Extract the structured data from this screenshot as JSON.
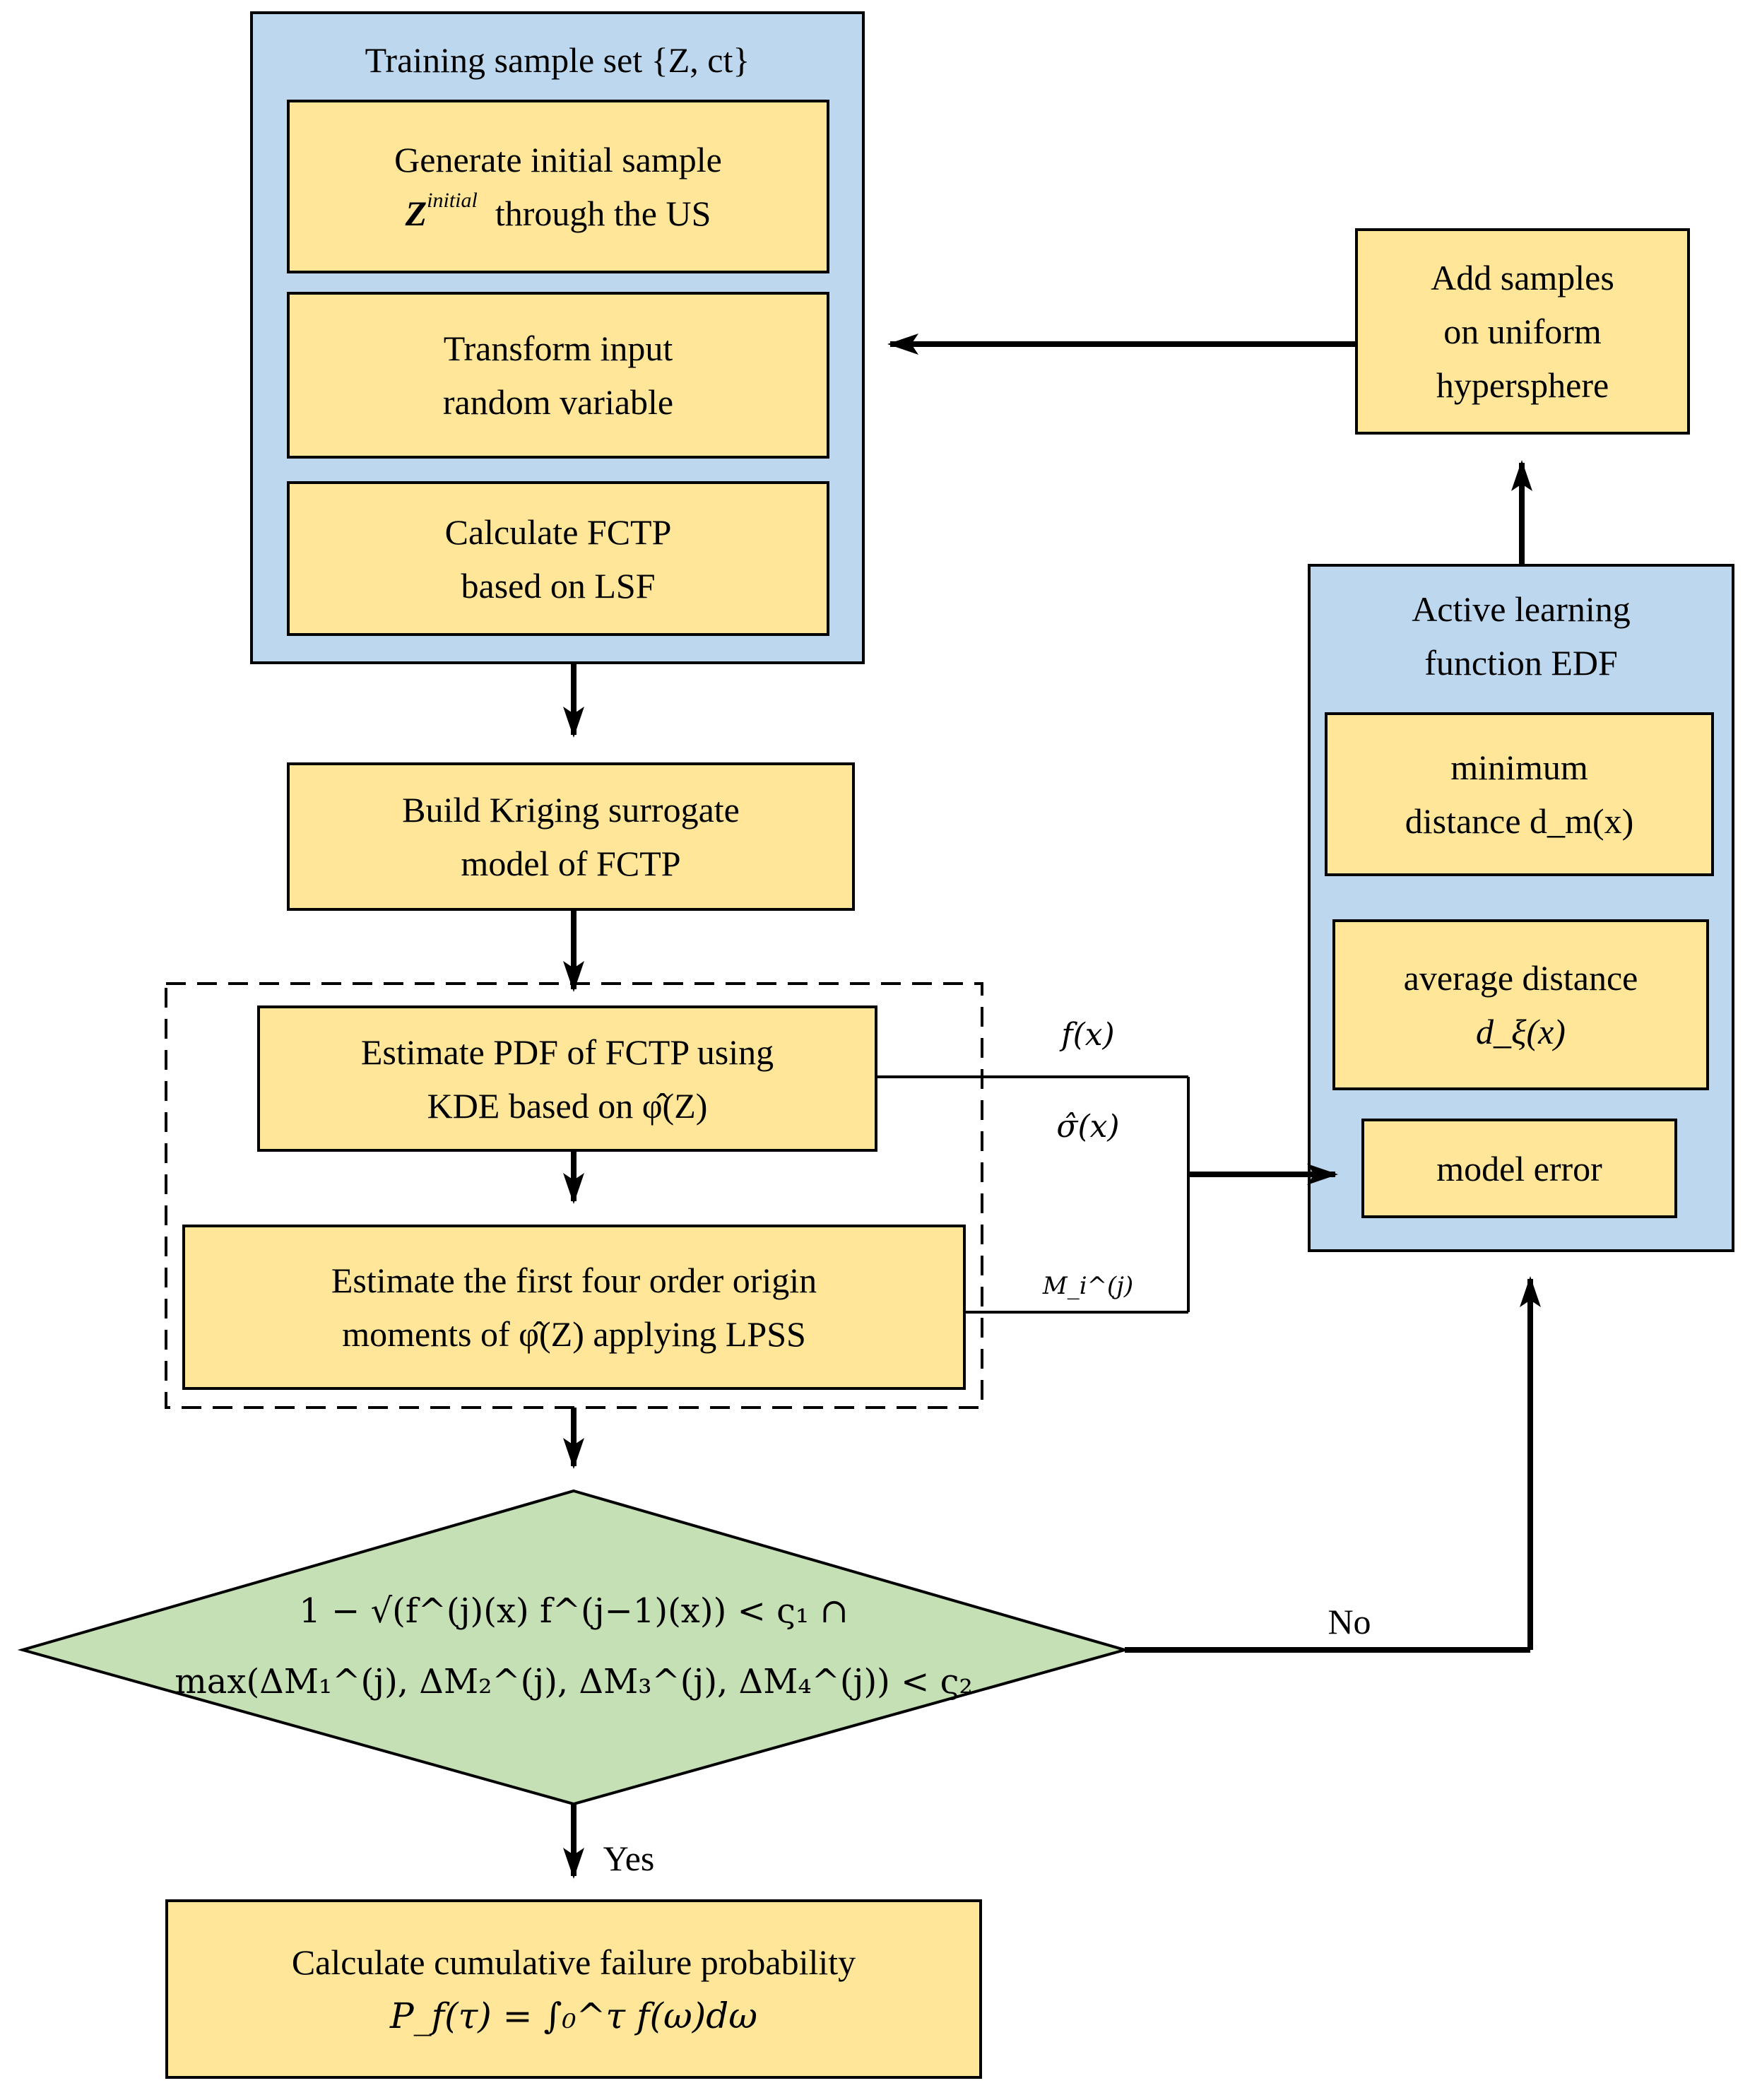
{
  "training_group": {
    "title": "Training sample set {Z, ct}",
    "steps": [
      {
        "line1": "Generate initial sample",
        "line2": "Z",
        "line2_sup": "initial",
        "line2_rest": "through the US"
      },
      {
        "line1": "Transform input",
        "line2": "random variable"
      },
      {
        "line1": "Calculate FCTP",
        "line2": "based on LSF"
      }
    ]
  },
  "kriging": {
    "line1": "Build Kriging surrogate",
    "line2": "model of FCTP"
  },
  "kde": {
    "line1": "Estimate PDF of FCTP using",
    "line2": "KDE based on φ̂(Z)"
  },
  "moments": {
    "line1": "Estimate the first four order origin",
    "line2": "moments of φ̂(Z) applying LPSS"
  },
  "active_learning": {
    "title": "Active learning function EDF",
    "items": [
      {
        "line1": "minimum",
        "line2": "distance d_m(x)"
      },
      {
        "line1": "average distance",
        "line2": "d_ξ(x)"
      },
      {
        "line1": "model error"
      }
    ]
  },
  "add_samples": {
    "line1": "Add samples",
    "line2": "on uniform",
    "line3": "hypersphere"
  },
  "decision": {
    "line1": "1 − √(f^(j)(x) f^(j−1)(x)) < ς₁ ∩",
    "line2": "max(ΔM₁^(j), ΔM₂^(j), ΔM₃^(j), ΔM₄^(j)) < ς₂"
  },
  "edge_labels": {
    "f_x": "f(x)",
    "sigma_x": "σ̂(x)",
    "M_i": "M_i^(j)",
    "no": "No",
    "yes": "Yes"
  },
  "final": {
    "line1": "Calculate cumulative failure probability",
    "line2": "P_f(τ) = ∫₀^τ f(ω)dω"
  },
  "colors": {
    "blue_group": "#bdd7ee",
    "yellow_box": "#ffe699",
    "green_diamond": "#c5e0b4",
    "stroke": "#000000"
  }
}
